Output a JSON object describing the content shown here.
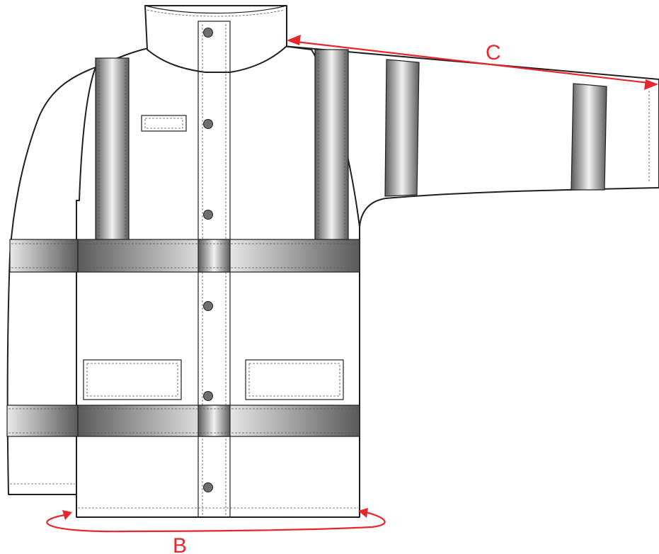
{
  "labels": {
    "measure_c": "C",
    "measure_b": "B"
  },
  "colors": {
    "dimension": "#e8262d",
    "outline": "#231f20",
    "tape_dark": "#5a5a5a",
    "tape_light": "#f2f2f2",
    "button": "#6f6f6f"
  },
  "diagram": {
    "subject": "jacket-front-flat-sketch",
    "button_count": 6,
    "buttons": [
      "collar-button",
      "button",
      "button",
      "button",
      "button",
      "button"
    ]
  }
}
